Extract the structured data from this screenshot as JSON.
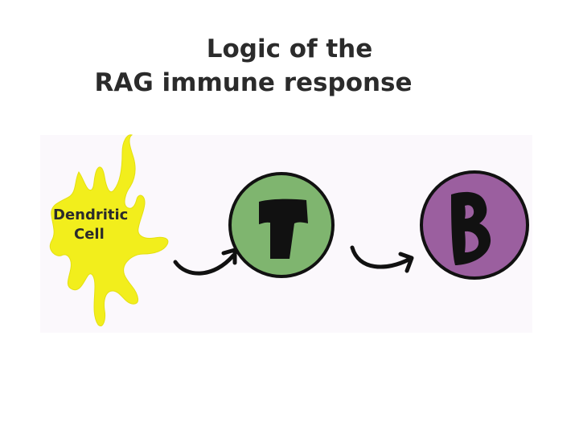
{
  "title": {
    "line1": "Logic of the",
    "line2": "RAG immune response"
  },
  "dendritic_cell": {
    "line1": "Dendritic",
    "line2": "Cell",
    "color": "#f2ee1c"
  },
  "t_cell": {
    "letter": "T",
    "color": "#7fb56f"
  },
  "b_cell": {
    "letter": "B",
    "color": "#9b5f9f"
  },
  "panel_color": "#fbf8fc"
}
